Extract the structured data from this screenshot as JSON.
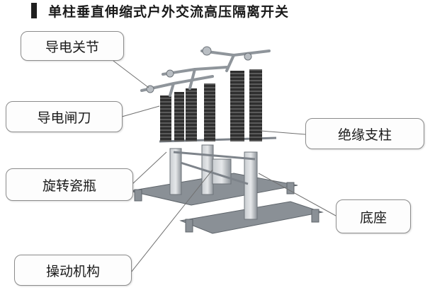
{
  "title": "单柱垂直伸缩式户外交流高压隔离开关",
  "labels": {
    "conductive_joint": "导电关节",
    "conductive_blade": "导电闸刀",
    "rotating_insulator": "旋转瓷瓶",
    "operating_mechanism": "操动机构",
    "insulating_support": "绝缘支柱",
    "base": "底座"
  },
  "colors": {
    "steel": "#9aa0a6",
    "insulator": "#3a3a3a",
    "frame": "#7d838a",
    "leader_line": "#707070"
  }
}
